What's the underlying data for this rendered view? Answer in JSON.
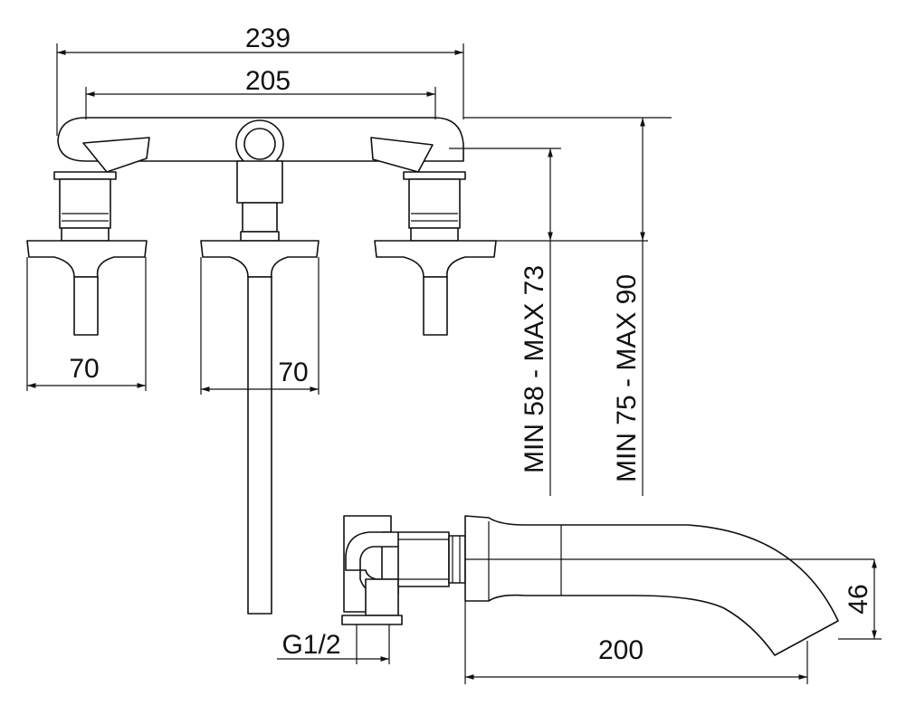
{
  "dimensions": {
    "overall_width": "239",
    "spread_width": "205",
    "left_escutcheon": "70",
    "center_escutcheon": "70",
    "range_inner": "MIN 58 - MAX 73",
    "range_outer": "MIN 75 - MAX 90",
    "spout_height": "46",
    "spout_length": "200",
    "thread": "G1/2"
  }
}
